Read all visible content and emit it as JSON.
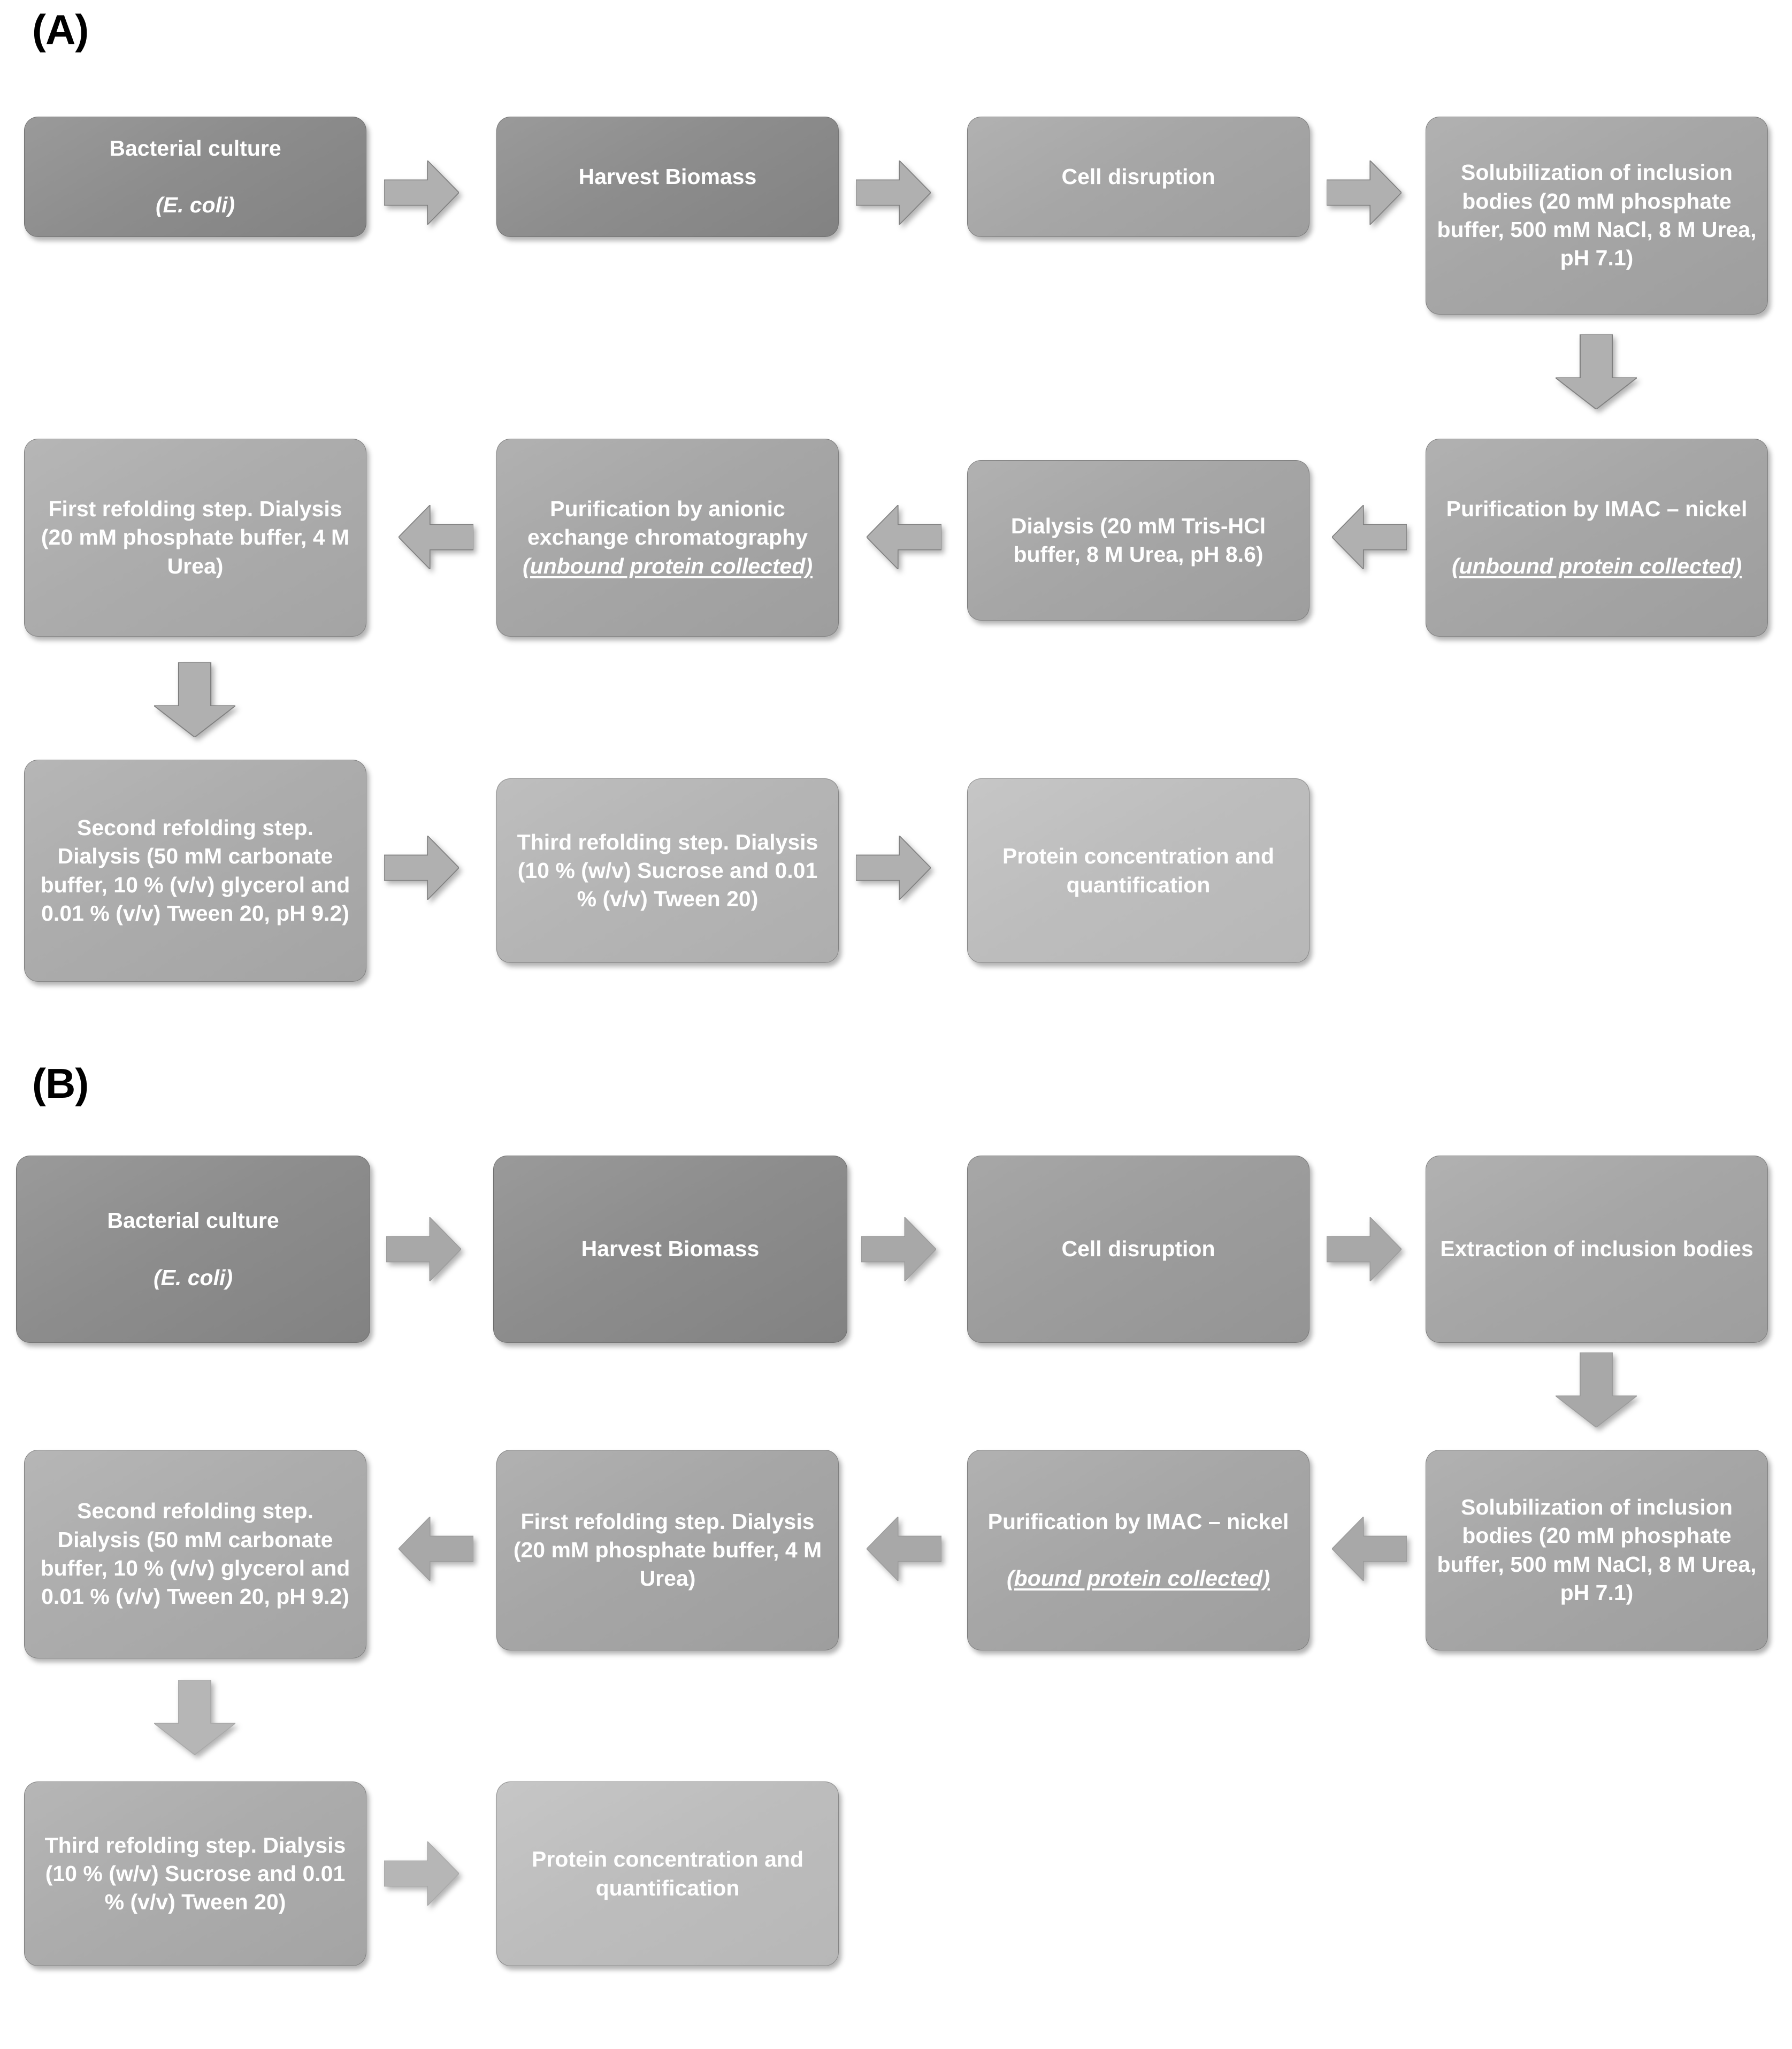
{
  "figure": {
    "type": "flowchart",
    "panels": [
      {
        "id": "A",
        "label": "(A)",
        "nodes": [
          {
            "id": "a1",
            "text": "Bacterial culture",
            "sub": "(E. coli)"
          },
          {
            "id": "a2",
            "text": "Harvest Biomass"
          },
          {
            "id": "a3",
            "text": "Cell disruption"
          },
          {
            "id": "a4",
            "text": "Solubilization of inclusion bodies  (20 mM phosphate buffer, 500 mM NaCl, 8 M Urea, pH 7.1)"
          },
          {
            "id": "a5",
            "text": "Purification by IMAC – nickel",
            "sub": "(unbound protein collected)"
          },
          {
            "id": "a6",
            "text": "Dialysis  (20 mM Tris-HCl buffer, 8 M Urea, pH 8.6)"
          },
          {
            "id": "a7",
            "text": "Purification by  anionic exchange chromatography",
            "sub": "(unbound protein collected)"
          },
          {
            "id": "a8",
            "text": "First refolding step. Dialysis  (20 mM phosphate buffer, 4 M Urea)"
          },
          {
            "id": "a9",
            "text": "Second refolding step. Dialysis  (50 mM carbonate buffer, 10 % (v/v) glycerol and  0.01 % (v/v) Tween 20, pH 9.2)"
          },
          {
            "id": "a10",
            "text": "Third refolding step. Dialysis  (10 % (w/v) Sucrose and 0.01 % (v/v) Tween 20)"
          },
          {
            "id": "a11",
            "text": "Protein concentration and quantification"
          }
        ],
        "connectors": [
          {
            "id": "a-c1",
            "direction": "right"
          },
          {
            "id": "a-c2",
            "direction": "right"
          },
          {
            "id": "a-c3",
            "direction": "right"
          },
          {
            "id": "a-c4",
            "direction": "down"
          },
          {
            "id": "a-c5",
            "direction": "left"
          },
          {
            "id": "a-c6",
            "direction": "left"
          },
          {
            "id": "a-c7",
            "direction": "left"
          },
          {
            "id": "a-c8",
            "direction": "down"
          },
          {
            "id": "a-c9",
            "direction": "right"
          },
          {
            "id": "a-c10",
            "direction": "right"
          }
        ]
      },
      {
        "id": "B",
        "label": "(B)",
        "nodes": [
          {
            "id": "b1",
            "text": "Bacterial culture",
            "sub": "(E. coli)"
          },
          {
            "id": "b2",
            "text": "Harvest Biomass"
          },
          {
            "id": "b3",
            "text": "Cell disruption"
          },
          {
            "id": "b4",
            "text": "Extraction of inclusion bodies"
          },
          {
            "id": "b5",
            "text": "Solubilization of inclusion bodies  (20 mM phosphate buffer, 500 mM NaCl, 8 M Urea, pH 7.1)"
          },
          {
            "id": "b6",
            "text": "Purification by IMAC – nickel",
            "sub": "(bound protein collected)"
          },
          {
            "id": "b7",
            "text": "First refolding step. Dialysis  (20 mM phosphate buffer, 4 M Urea)"
          },
          {
            "id": "b8",
            "text": "Second refolding step. Dialysis  (50 mM carbonate buffer, 10 % (v/v) glycerol and  0.01 % (v/v) Tween 20, pH 9.2)"
          },
          {
            "id": "b9",
            "text": "Third refolding step. Dialysis  (10 % (w/v) Sucrose and 0.01 % (v/v) Tween 20)"
          },
          {
            "id": "b10",
            "text": "Protein concentration and quantification"
          }
        ],
        "connectors": [
          {
            "id": "b-c1",
            "direction": "right"
          },
          {
            "id": "b-c2",
            "direction": "right"
          },
          {
            "id": "b-c3",
            "direction": "right"
          },
          {
            "id": "b-c4",
            "direction": "down"
          },
          {
            "id": "b-c5",
            "direction": "left"
          },
          {
            "id": "b-c6",
            "direction": "left"
          },
          {
            "id": "b-c7",
            "direction": "left"
          },
          {
            "id": "b-c8",
            "direction": "down"
          },
          {
            "id": "b-c9",
            "direction": "right"
          }
        ]
      }
    ],
    "colors": {
      "background": "#ffffff",
      "text": "#ffffff",
      "label": "#000000",
      "box_darkest": "#8d8d8d",
      "box_lightest": "#bdbdbd",
      "arrow_fill": "#b0b0b0"
    }
  }
}
